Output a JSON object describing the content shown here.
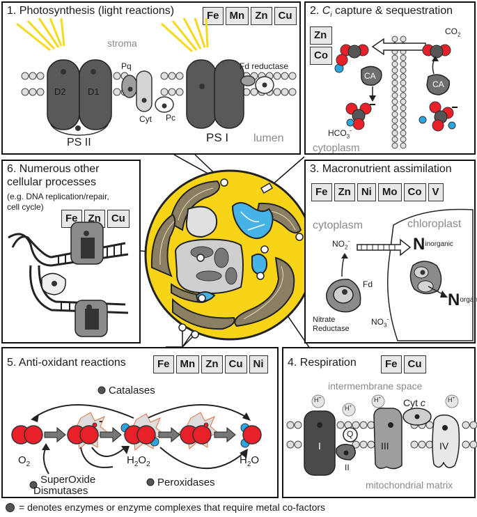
{
  "panel1": {
    "title": "1. Photosynthesis (light reactions)",
    "metals": [
      "Fe",
      "Mn",
      "Zn",
      "Cu"
    ],
    "stroma": "stroma",
    "lumen": "lumen",
    "psii": "PS II",
    "psi": "PS I",
    "d2": "D2",
    "d1": "D1",
    "pq": "Pq",
    "cyt": "Cyt",
    "pc": "Pc",
    "fd_reductase": "Fd reductase"
  },
  "panel2": {
    "title_pre": "2. ",
    "title_c": "C",
    "title_i": "i",
    "title_post": " capture & sequestration",
    "metals": [
      "Zn",
      "Co"
    ],
    "co2": "CO",
    "co2_sub": "2",
    "ca": "CA",
    "hco3": "HCO",
    "hco3_sub": "3",
    "hco3_sup": "-",
    "cytoplasm": "cytoplasm"
  },
  "panel3": {
    "title": "3. Macronutrient assimilation",
    "metals": [
      "Fe",
      "Zn",
      "Ni",
      "Mo",
      "Co",
      "V"
    ],
    "cytoplasm": "cytoplasm",
    "chloroplast": "chloroplast",
    "no2": "NO",
    "no2_sub": "2",
    "no2_sup": "-",
    "n_big": "N",
    "inorganic": "inorganic",
    "organic": "organic",
    "fd": "Fd",
    "nitrate": "Nitrate",
    "reductase": "Reductase",
    "no3": "NO",
    "no3_sub": "3",
    "no3_sup": "-"
  },
  "panel4": {
    "title": "4. Respiration",
    "metals": [
      "Fe",
      "Cu"
    ],
    "intermembrane": "intermembrane space",
    "matrix": "mitochondrial matrix",
    "h": "H",
    "h_sup": "+",
    "cyt_c": "Cyt ",
    "cyt_c_italic": "c",
    "c1": "I",
    "q": "Q",
    "c2": "II",
    "c3": "III",
    "c4": "IV"
  },
  "panel5": {
    "title": "5. Anti-oxidant reactions",
    "metals": [
      "Fe",
      "Mn",
      "Zn",
      "Cu",
      "Ni"
    ],
    "catalases": "Catalases",
    "o2": "O",
    "o2_sub": "2",
    "h2o2_a": "H",
    "h2o2_b": "2",
    "h2o2_c": "O",
    "h2o2_d": "2",
    "h2o_a": "H",
    "h2o_b": "2",
    "h2o_c": "O",
    "superoxide": "SuperOxide",
    "dismutases": "Dismutases",
    "peroxidases": "Peroxidases",
    "minus": "-"
  },
  "panel6": {
    "title_1": "6. Numerous other",
    "title_2": "cellular processes",
    "sub_1": "(e.g. DNA replication/repair,",
    "sub_2": "cell cycle)",
    "metals": [
      "Fe",
      "Zn",
      "Cu"
    ]
  },
  "legend": {
    "text": "= denotes enzymes or enzyme complexes that require metal co-factors"
  },
  "colors": {
    "cell_yellow": "#f7d417",
    "chloroplast_brown": "#8a7e63",
    "mito_blue": "#45b3e5",
    "oxygen_red": "#e8202a",
    "hydrogen_blue": "#2aa7df",
    "enzyme_grey": "#666666"
  }
}
